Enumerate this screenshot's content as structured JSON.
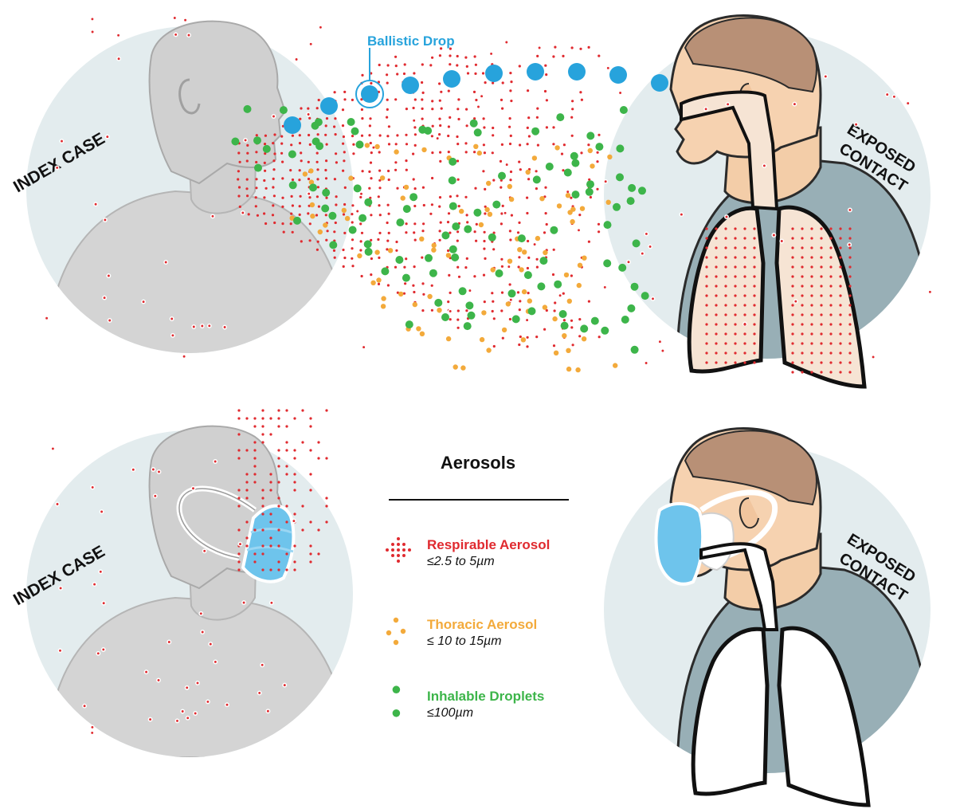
{
  "labels": {
    "index_case_top": "INDEX CASE",
    "exposed_contact_top_1": "EXPOSED",
    "exposed_contact_top_2": "CONTACT",
    "ballistic_drop": "Ballistic Drop",
    "index_case_bottom": "INDEX CASE",
    "exposed_contact_bottom_1": "EXPOSED",
    "exposed_contact_bottom_2": "CONTACT"
  },
  "legend": {
    "title": "Aerosols",
    "items": [
      {
        "name": "Respirable Aerosol",
        "size": "≤2.5 to 5µm",
        "color": "#e02a2f"
      },
      {
        "name": "Thoracic Aerosol",
        "size": "≤ 10 to 15µm",
        "color": "#f3aa3b"
      },
      {
        "name": "Inhalable Droplets",
        "size": "≤100µm",
        "color": "#3db54a"
      }
    ]
  },
  "colors": {
    "respirable": "#e02a2f",
    "thoracic": "#f3aa3b",
    "inhalable": "#3db54a",
    "ballistic": "#27a3dc",
    "circle_bg": "#e3ecee",
    "index_figure": "#d0d0d0",
    "skin": "#f6d2b0",
    "hair": "#b89076",
    "shirt": "#98afb6",
    "mask": "#6ec4ec"
  },
  "icons": [
    "index-case-figure",
    "exposed-contact-figure",
    "lungs-icon",
    "face-mask-icon",
    "respirator-mask-icon"
  ]
}
